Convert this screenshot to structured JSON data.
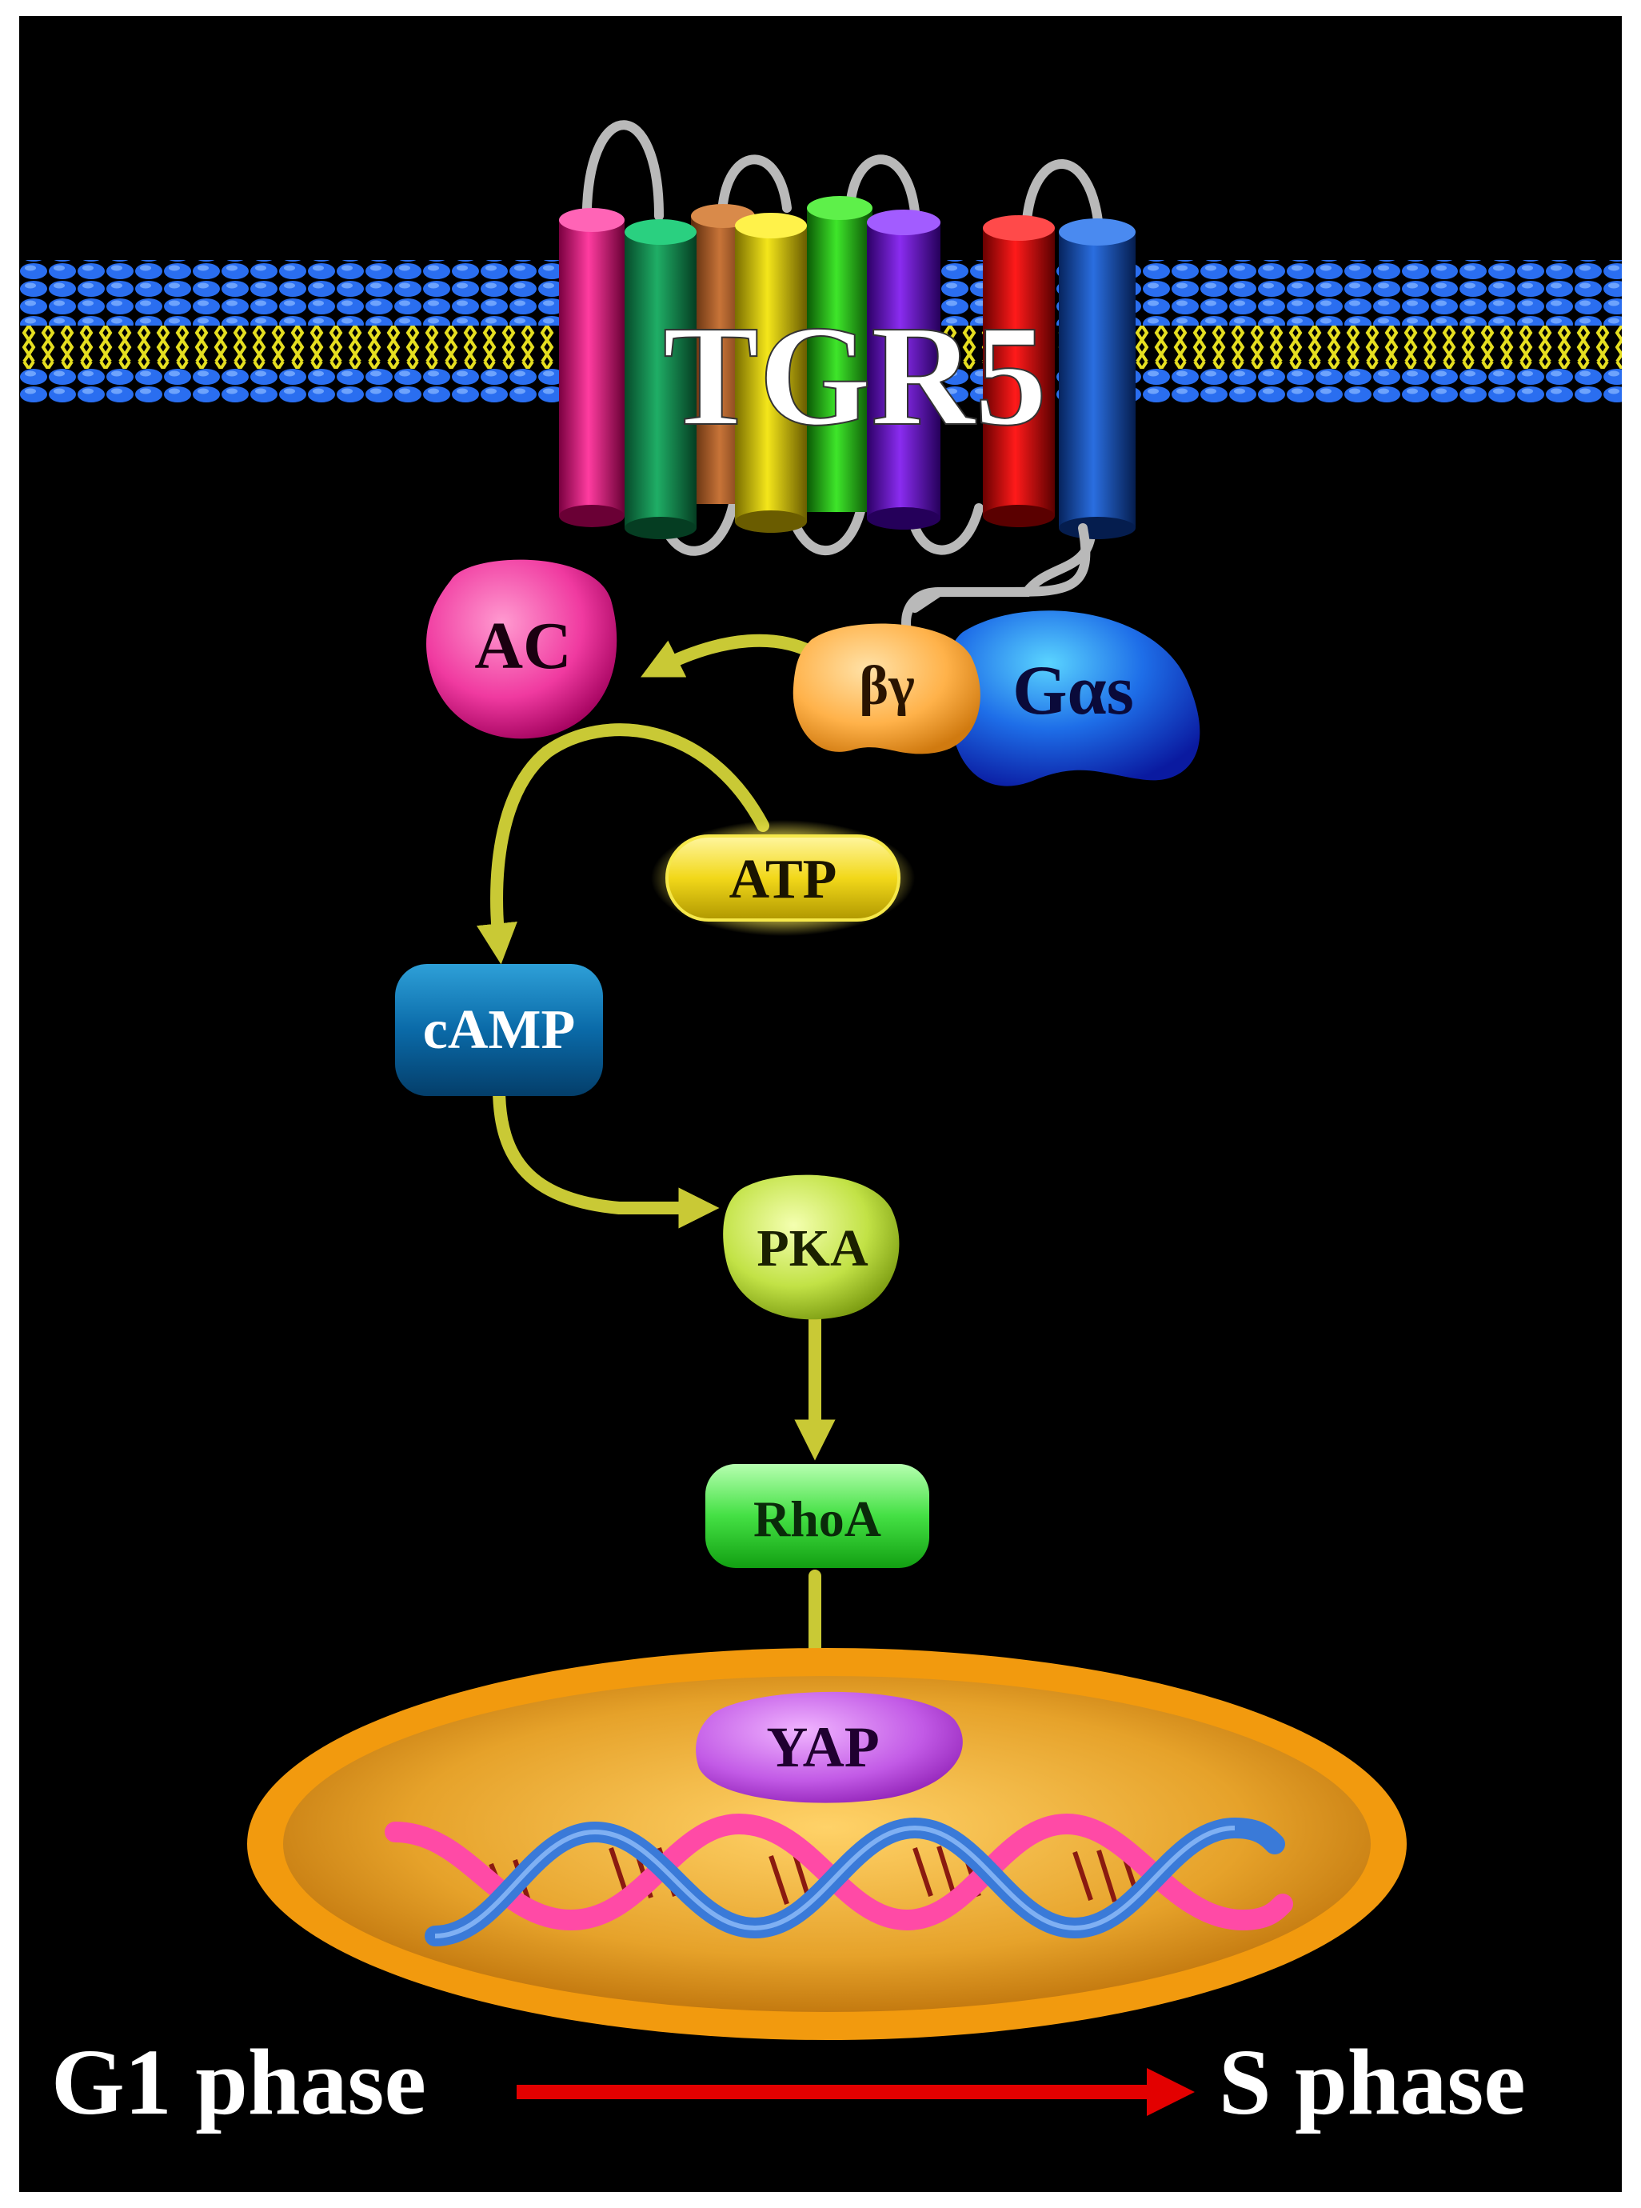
{
  "receptor": {
    "label": "TGR5"
  },
  "nodes": {
    "ac": "AC",
    "beta_gamma": "βγ",
    "g_alpha_s": "Gαs",
    "atp": "ATP",
    "camp": "cAMP",
    "pka": "PKA",
    "rhoa": "RhoA",
    "yap": "YAP"
  },
  "cell_cycle": {
    "from": "G1 phase",
    "to": "S phase"
  },
  "colors": {
    "background": "#000000",
    "arrow": "#c9c935",
    "phase_arrow": "#e30000",
    "nucleus": "#e8a21c",
    "membrane_head": "#1e5fd6",
    "membrane_tail": "#e6df20"
  }
}
